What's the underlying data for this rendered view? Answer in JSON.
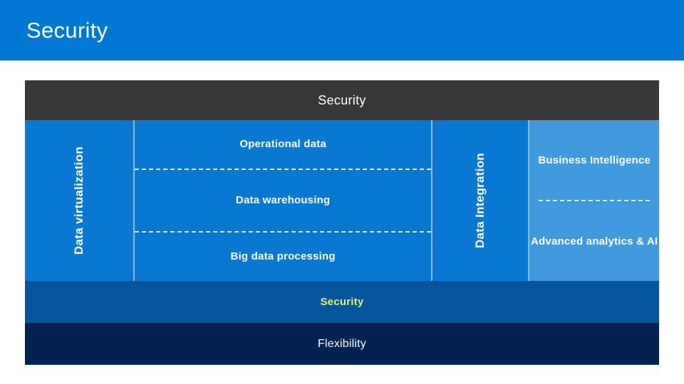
{
  "slide_title": "Security",
  "diagram": {
    "header_label": "Security",
    "left_column_label": "Data virtualization",
    "middle_rows": [
      "Operational data",
      "Data warehousing",
      "Big data processing"
    ],
    "integration_column_label": "Data Integration",
    "right_rows": [
      "Business Intelligence",
      "Advanced analytics & AI"
    ],
    "bottom_bars": [
      {
        "label": "Security"
      },
      {
        "label": "Flexibility"
      }
    ],
    "colors": {
      "banner_blue": "#0078d4",
      "primary_blue": "#0878d2",
      "light_blue_column": "#419ade",
      "header_dark_gray": "#383838",
      "security_bar_blue": "#05559e",
      "flexibility_bar_navy": "#02234f",
      "security_label_yellow": "#e9ee6b",
      "column_divider_light_blue": "#84bfe9"
    }
  }
}
